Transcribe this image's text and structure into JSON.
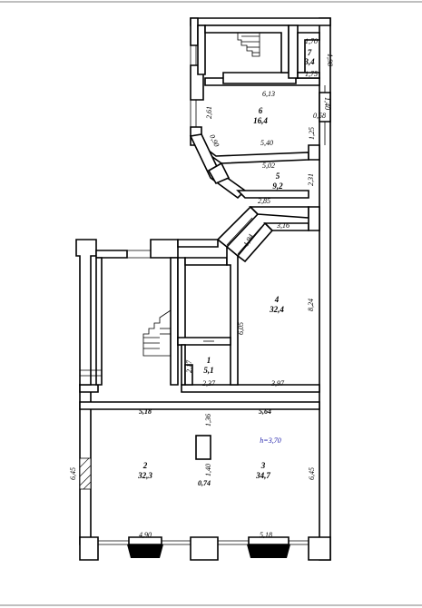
{
  "rooms": [
    {
      "id": "1",
      "number": "1",
      "area": "5,1"
    },
    {
      "id": "2",
      "number": "2",
      "area": "32,3"
    },
    {
      "id": "3",
      "number": "3",
      "area": "34,7"
    },
    {
      "id": "4",
      "number": "4",
      "area": "32,4"
    },
    {
      "id": "5",
      "number": "5",
      "area": "9,2"
    },
    {
      "id": "6",
      "number": "6",
      "area": "16,4"
    },
    {
      "id": "7",
      "number": "7",
      "area": "3,4"
    }
  ],
  "height_label": "h=3,70",
  "dimensions": {
    "r7_top": "1,70",
    "r7_side": "1,98",
    "r7_bottom": "1,75",
    "r6_top": "6,13",
    "r6_left": "2,61",
    "r6_right_a": "1,40",
    "r6_right_b": "0,58",
    "r6_diag": "0,90",
    "r6_bottom": "5,40",
    "r5_side_a": "1,25",
    "r5_top": "5,02",
    "r5_right": "2,31",
    "r5_bottom": "2,85",
    "r4_top": "3,16",
    "r4_diag": "1,94",
    "r4_right": "8,24",
    "r4_left": "6,05",
    "r4_bottom": "3,97",
    "r1_left": "2,17",
    "r1_bottom": "2,37",
    "hall_left_top": "5,18",
    "hall_right_top": "5,64",
    "partition_a": "1,36",
    "partition_b": "1,40",
    "partition_c": "0,74",
    "r2_left": "6,45",
    "r3_right": "6,45",
    "r2_bottom": "4,90",
    "r3_bottom": "5,18"
  }
}
